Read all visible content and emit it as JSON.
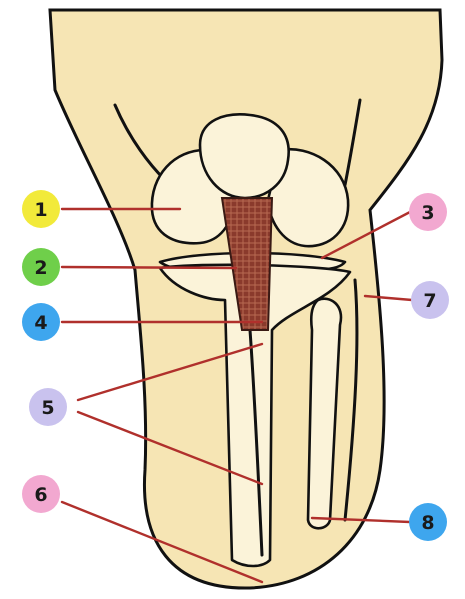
{
  "diagram": {
    "colors": {
      "skin": "#f6e5b4",
      "bone": "#fbf3d9",
      "outline": "#111111",
      "ligament": "#8a3a2c",
      "leader": "#b0302c"
    },
    "labels": [
      {
        "number": "1",
        "color": "#f2ea3a"
      },
      {
        "number": "2",
        "color": "#6fcf4a"
      },
      {
        "number": "3",
        "color": "#f2a8d0"
      },
      {
        "number": "4",
        "color": "#3ea6ee"
      },
      {
        "number": "5",
        "color": "#c9c2ee"
      },
      {
        "number": "6",
        "color": "#f2a8d0"
      },
      {
        "number": "7",
        "color": "#c9c2ee"
      },
      {
        "number": "8",
        "color": "#3ea6ee"
      }
    ]
  }
}
